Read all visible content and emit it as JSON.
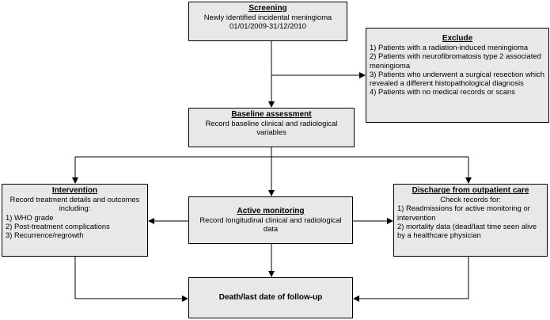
{
  "screening": {
    "title": "Screening",
    "lines": [
      "Newly identified incidental meningioma",
      "01/01/2009-31/12/2010"
    ]
  },
  "exclude": {
    "title": "Exclude",
    "items": [
      "1) Patients with a radiation-induced meningioma",
      "2) Patients with neurofibromatosis type 2 associated meningioma",
      "3) Patients who underwent a surgical resection which revealed a different histopathological diagnosis",
      "4) Patients with no medical records or scans"
    ]
  },
  "baseline": {
    "title": "Baseline assessment",
    "text": "Record baseline clinical and radiological variables"
  },
  "intervention": {
    "title": "Intervention",
    "text": "Record treatment details and outcomes including:",
    "items": [
      "1) WHO grade",
      "2) Post-treatment complications",
      "3) Recurrence/regrowth"
    ]
  },
  "monitoring": {
    "title": "Active monitoring",
    "text": "Record longitudinal clinical and radiological data"
  },
  "discharge": {
    "title": "Discharge from outpatient care",
    "text": "Check records for:",
    "items": [
      "1) Readmissions for active monitoring or intervention",
      "2) mortality data (dead/last time seen alive by a healthcare physician"
    ]
  },
  "death": {
    "title": "Death/last date of follow-up"
  }
}
